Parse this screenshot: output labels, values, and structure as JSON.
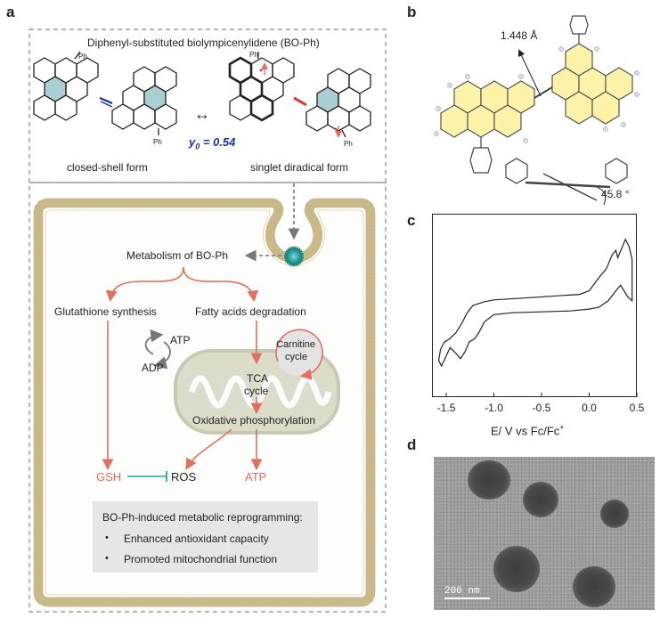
{
  "panels": {
    "a": "a",
    "b": "b",
    "c": "c",
    "d": "d"
  },
  "panel_a": {
    "title": "Diphenyl-substituted biolympicenylidene (BO-Ph)",
    "ph_label": "Ph",
    "closed_shell_label": "closed-shell form",
    "diradical_label": "singlet diradical form",
    "y0_symbol": "y",
    "y0_sub": "0",
    "y0_value": " = 0.54",
    "resonance_arrow": "↔",
    "metabolism_label": "Metabolism of BO-Ph",
    "glutathione_label": "Glutathione synthesis",
    "fatty_acids_label": "Fatty acids degradation",
    "atp_cycle_label": "ATP",
    "adp_cycle_label": "ADP",
    "carnitine_label_1": "Carnitine",
    "carnitine_label_2": "cycle",
    "tca_label_1": "TCA",
    "tca_label_2": "cycle",
    "oxphos_label": "Oxidative phosphorylation",
    "gsh_label": "GSH",
    "ros_label": "ROS",
    "atp_label": "ATP",
    "summary_title": "BO-Ph-induced metabolic reprogramming:",
    "summary_items": [
      "Enhanced antioxidant capacity",
      "Promoted mitochondrial function"
    ],
    "bullet": "•",
    "colors": {
      "arrow_red": "#e07060",
      "inhibit_teal": "#2aa5a0",
      "mito": "#d8d8c8",
      "membrane": "#c9b98a",
      "aromatic_fill": "#a9cfd3",
      "y0_color": "#1a2fb0"
    }
  },
  "panel_b": {
    "bond_length_label": "1.448 Å",
    "angle_label": "45.8 °",
    "ring_color": "#fdf3a8"
  },
  "chart_data": {
    "type": "line",
    "title": "",
    "xlabel": "E/ V vs Fc/Fc",
    "xlabel_sup": "+",
    "ylabel": "",
    "xlim": [
      -1.65,
      0.5
    ],
    "x_reversed": false,
    "xticks": [
      -1.5,
      -1.0,
      -0.5,
      0.0,
      0.5
    ],
    "xtick_labels": [
      "-1.5",
      "-1.0",
      "-0.5",
      "0.0",
      "0.5"
    ],
    "grid": false,
    "series": [
      {
        "x": [
          0.45,
          0.4,
          0.33,
          0.28,
          0.2,
          0.1,
          0.0,
          -0.2,
          -0.5,
          -0.8,
          -1.0,
          -1.1,
          -1.16,
          -1.2,
          -1.26,
          -1.3,
          -1.35,
          -1.4,
          -1.46,
          -1.5,
          -1.55,
          -1.58,
          -1.56,
          -1.52,
          -1.46,
          -1.4,
          -1.34,
          -1.28,
          -1.22,
          -1.16,
          -1.1,
          -1.0,
          -0.7,
          -0.4,
          -0.1,
          0.0,
          0.1,
          0.18,
          0.24,
          0.28,
          0.3,
          0.34,
          0.38,
          0.42,
          0.45
        ],
        "y": [
          0.05,
          0.1,
          0.22,
          0.16,
          0.05,
          -0.02,
          -0.04,
          -0.06,
          -0.07,
          -0.08,
          -0.1,
          -0.18,
          -0.3,
          -0.36,
          -0.4,
          -0.5,
          -0.58,
          -0.52,
          -0.46,
          -0.55,
          -0.66,
          -0.6,
          -0.48,
          -0.4,
          -0.36,
          -0.3,
          -0.2,
          -0.08,
          0.0,
          0.02,
          0.04,
          0.06,
          0.08,
          0.1,
          0.12,
          0.16,
          0.3,
          0.4,
          0.55,
          0.6,
          0.52,
          0.62,
          0.72,
          0.64,
          0.5
        ]
      }
    ],
    "ylim": [
      -1.0,
      1.0
    ]
  },
  "panel_d": {
    "scale_label": "200 nm"
  }
}
